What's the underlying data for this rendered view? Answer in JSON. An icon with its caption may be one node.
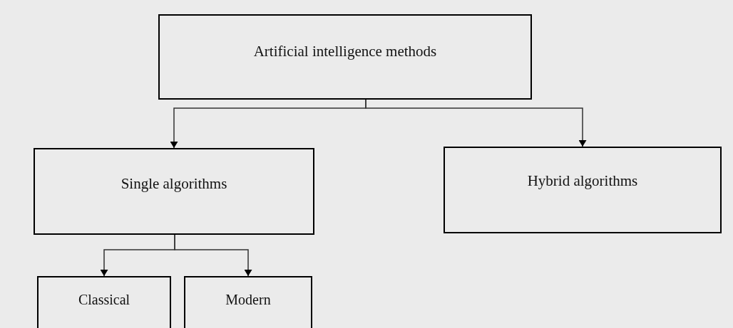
{
  "diagram": {
    "nodes": [
      {
        "text": [
          "Artificial intelligence methods"
        ]
      },
      {
        "text": [
          "Single algorithms"
        ]
      },
      {
        "text": [
          "Hybrid algorithms"
        ]
      },
      {
        "text": [
          "Classical"
        ]
      },
      {
        "text": [
          "Modern"
        ]
      }
    ],
    "edges": [
      {
        "from": 0,
        "to": 1,
        "arrow": "to"
      },
      {
        "from": 0,
        "to": 2,
        "arrow": "to"
      },
      {
        "from": 1,
        "to": 3,
        "arrow": "to"
      },
      {
        "from": 1,
        "to": 4,
        "arrow": "to"
      }
    ]
  }
}
